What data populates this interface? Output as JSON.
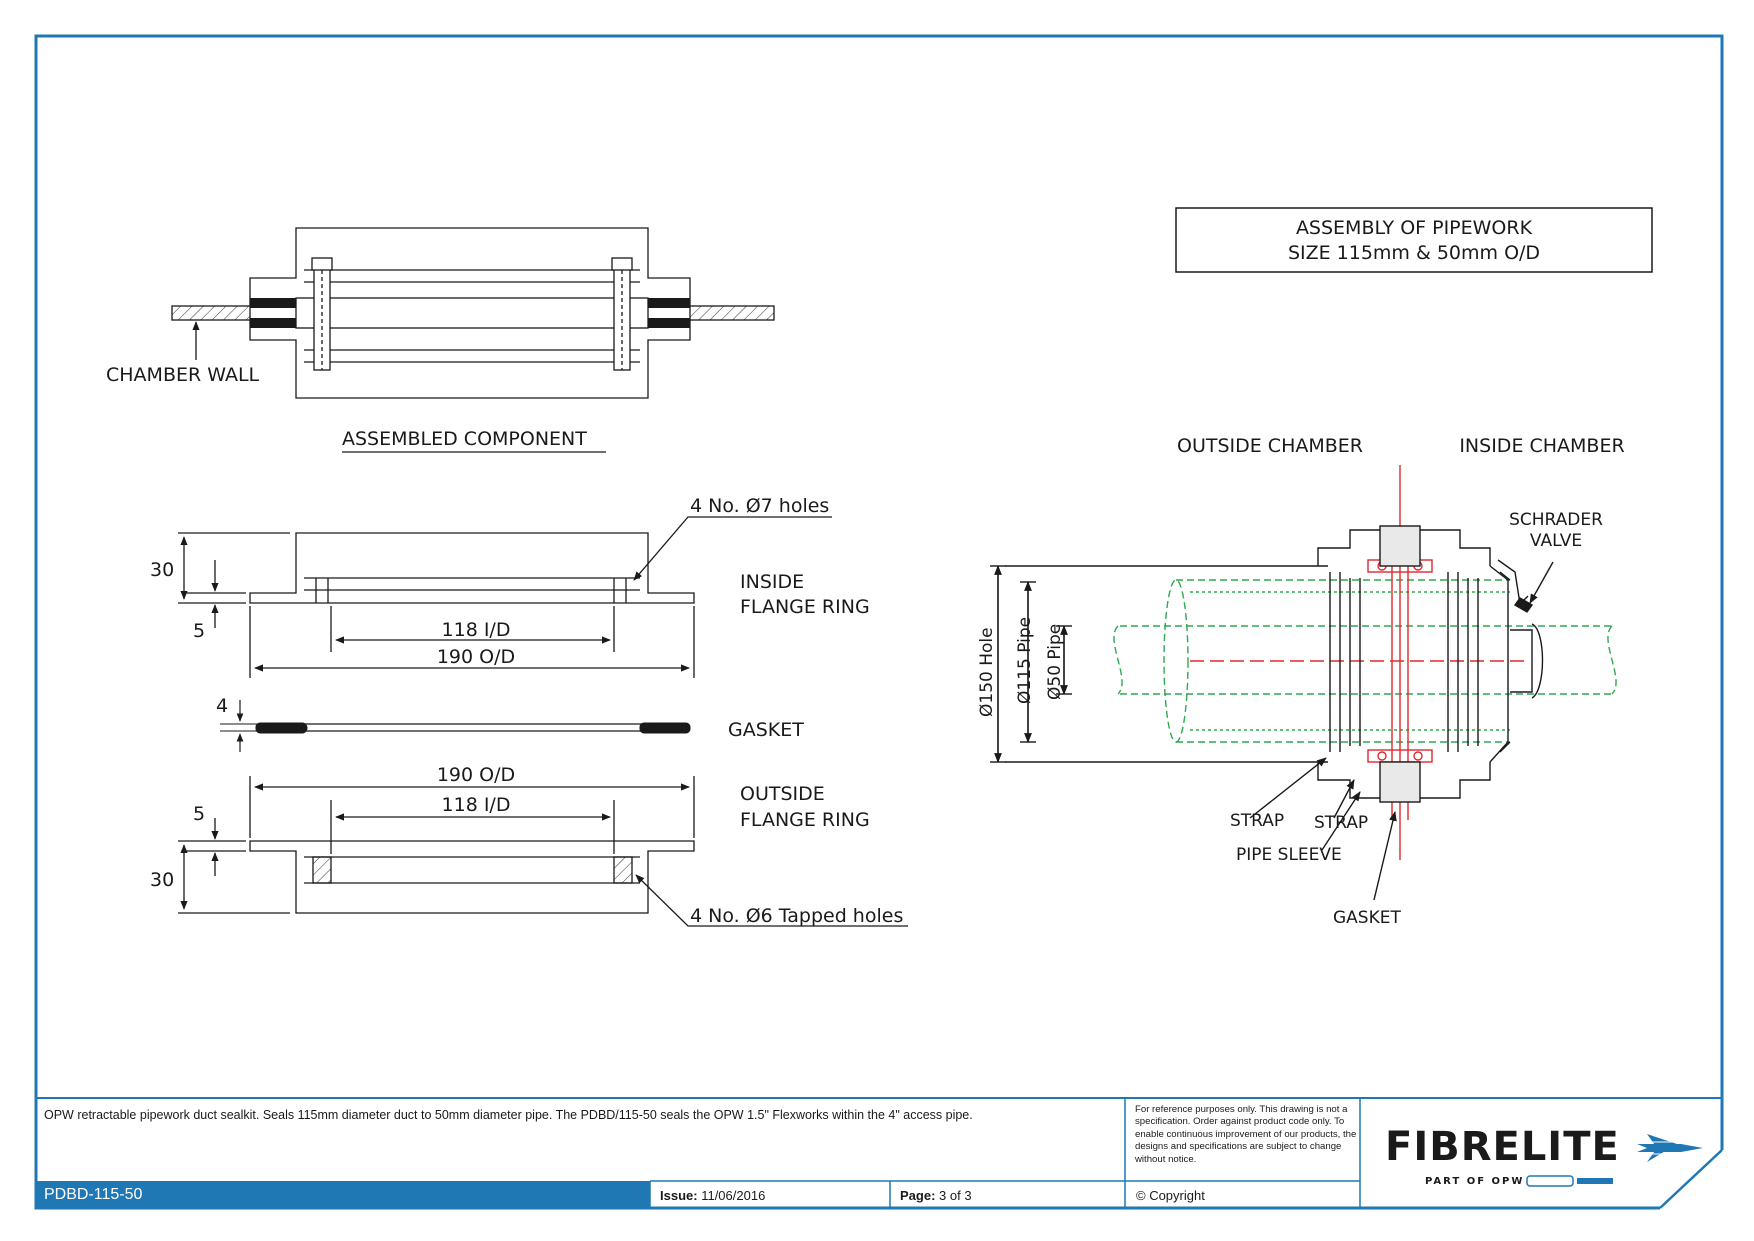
{
  "drawing": {
    "title_line1": "ASSEMBLY OF PIPEWORK",
    "title_line2": "SIZE 115mm & 50mm O/D",
    "assembled_label": "ASSEMBLED COMPONENT",
    "chamber_wall": "CHAMBER WALL",
    "holes_7": "4 No. Ø7 holes",
    "holes_6": "4 No. Ø6 Tapped holes",
    "inside_flange": [
      "INSIDE",
      "FLANGE RING"
    ],
    "outside_flange": [
      "OUTSIDE",
      "FLANGE RING"
    ],
    "gasket": "GASKET",
    "dims": {
      "d30": "30",
      "d5": "5",
      "d4": "4",
      "id118": "118 I/D",
      "od190": "190 O/D"
    },
    "assembly": {
      "outside_chamber": "OUTSIDE CHAMBER",
      "inside_chamber": "INSIDE CHAMBER",
      "schrader": [
        "SCHRADER",
        "VALVE"
      ],
      "hole150": "Ø150 Hole",
      "pipe115": "Ø115 Pipe",
      "pipe50": "Ø50 Pipe",
      "strap": "STRAP",
      "pipe_sleeve": "PIPE SLEEVE",
      "gasket": "GASKET"
    }
  },
  "title_block": {
    "description": "OPW retractable pipework duct sealkit. Seals 115mm diameter duct to 50mm diameter pipe. The PDBD/115-50 seals the OPW 1.5\" Flexworks within the 4\" access pipe.",
    "note": "For reference purposes only. This drawing is not a specification. Order against product code only.  To enable continuous improvement of our products, the designs and specifications are subject to change without notice.",
    "part_number": "PDBD-115-50",
    "issue_label": "Issue:",
    "issue_value": "11/06/2016",
    "page_label": "Page:",
    "page_value": "3 of 3",
    "copyright": "© Copyright",
    "brand": "FIBRELITE",
    "brand_sub": "PART OF OPW"
  },
  "colors": {
    "border": "#1f78b4",
    "pipe": "#2fa84f",
    "red": "#e0282e",
    "ink": "#1a1a1a"
  }
}
